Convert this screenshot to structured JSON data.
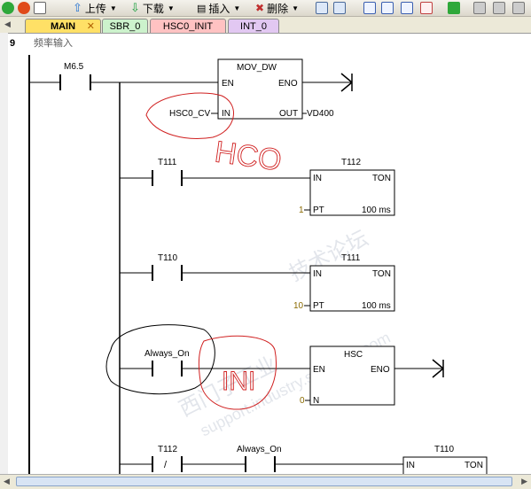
{
  "toolbar": {
    "upload_label": "上传",
    "download_label": "下载",
    "insert_label": "插入",
    "delete_label": "删除"
  },
  "tabs": [
    {
      "label": "MAIN",
      "color": "#ffe066"
    },
    {
      "label": "SBR_0",
      "color": "#ccf2cc"
    },
    {
      "label": "HSC0_INIT",
      "color": "#ffc2c2"
    },
    {
      "label": "INT_0",
      "color": "#e2c8f2"
    }
  ],
  "network": {
    "number": "9",
    "comment": "频率输入"
  },
  "ladder": {
    "c1": "M6.5",
    "mov": {
      "name": "MOV_DW",
      "en": "EN",
      "eno": "ENO",
      "in": "IN",
      "out": "OUT",
      "in_val": "HSC0_CV",
      "out_val": "VD400"
    },
    "c2": "T111",
    "t112": {
      "name": "T112",
      "in": "IN",
      "type": "TON",
      "pt": "PT",
      "pt_val": "1",
      "unit": "100 ms"
    },
    "c3": "T110",
    "t111": {
      "name": "T111",
      "in": "IN",
      "type": "TON",
      "pt": "PT",
      "pt_val": "10",
      "unit": "100 ms"
    },
    "c4": "Always_On",
    "hsc": {
      "name": "HSC",
      "en": "EN",
      "eno": "ENO",
      "n": "N",
      "n_val": "0"
    },
    "c5": "T112",
    "c5_sym": "/",
    "c6": "Always_On",
    "t110": {
      "name": "T110",
      "in": "IN",
      "type": "TON"
    }
  },
  "annotations": {
    "hco": "HCO",
    "ini": "INI"
  },
  "watermark": {
    "line1": "西门子工业",
    "line2": "support.industry.siemens.com",
    "line3": "技术论坛"
  }
}
